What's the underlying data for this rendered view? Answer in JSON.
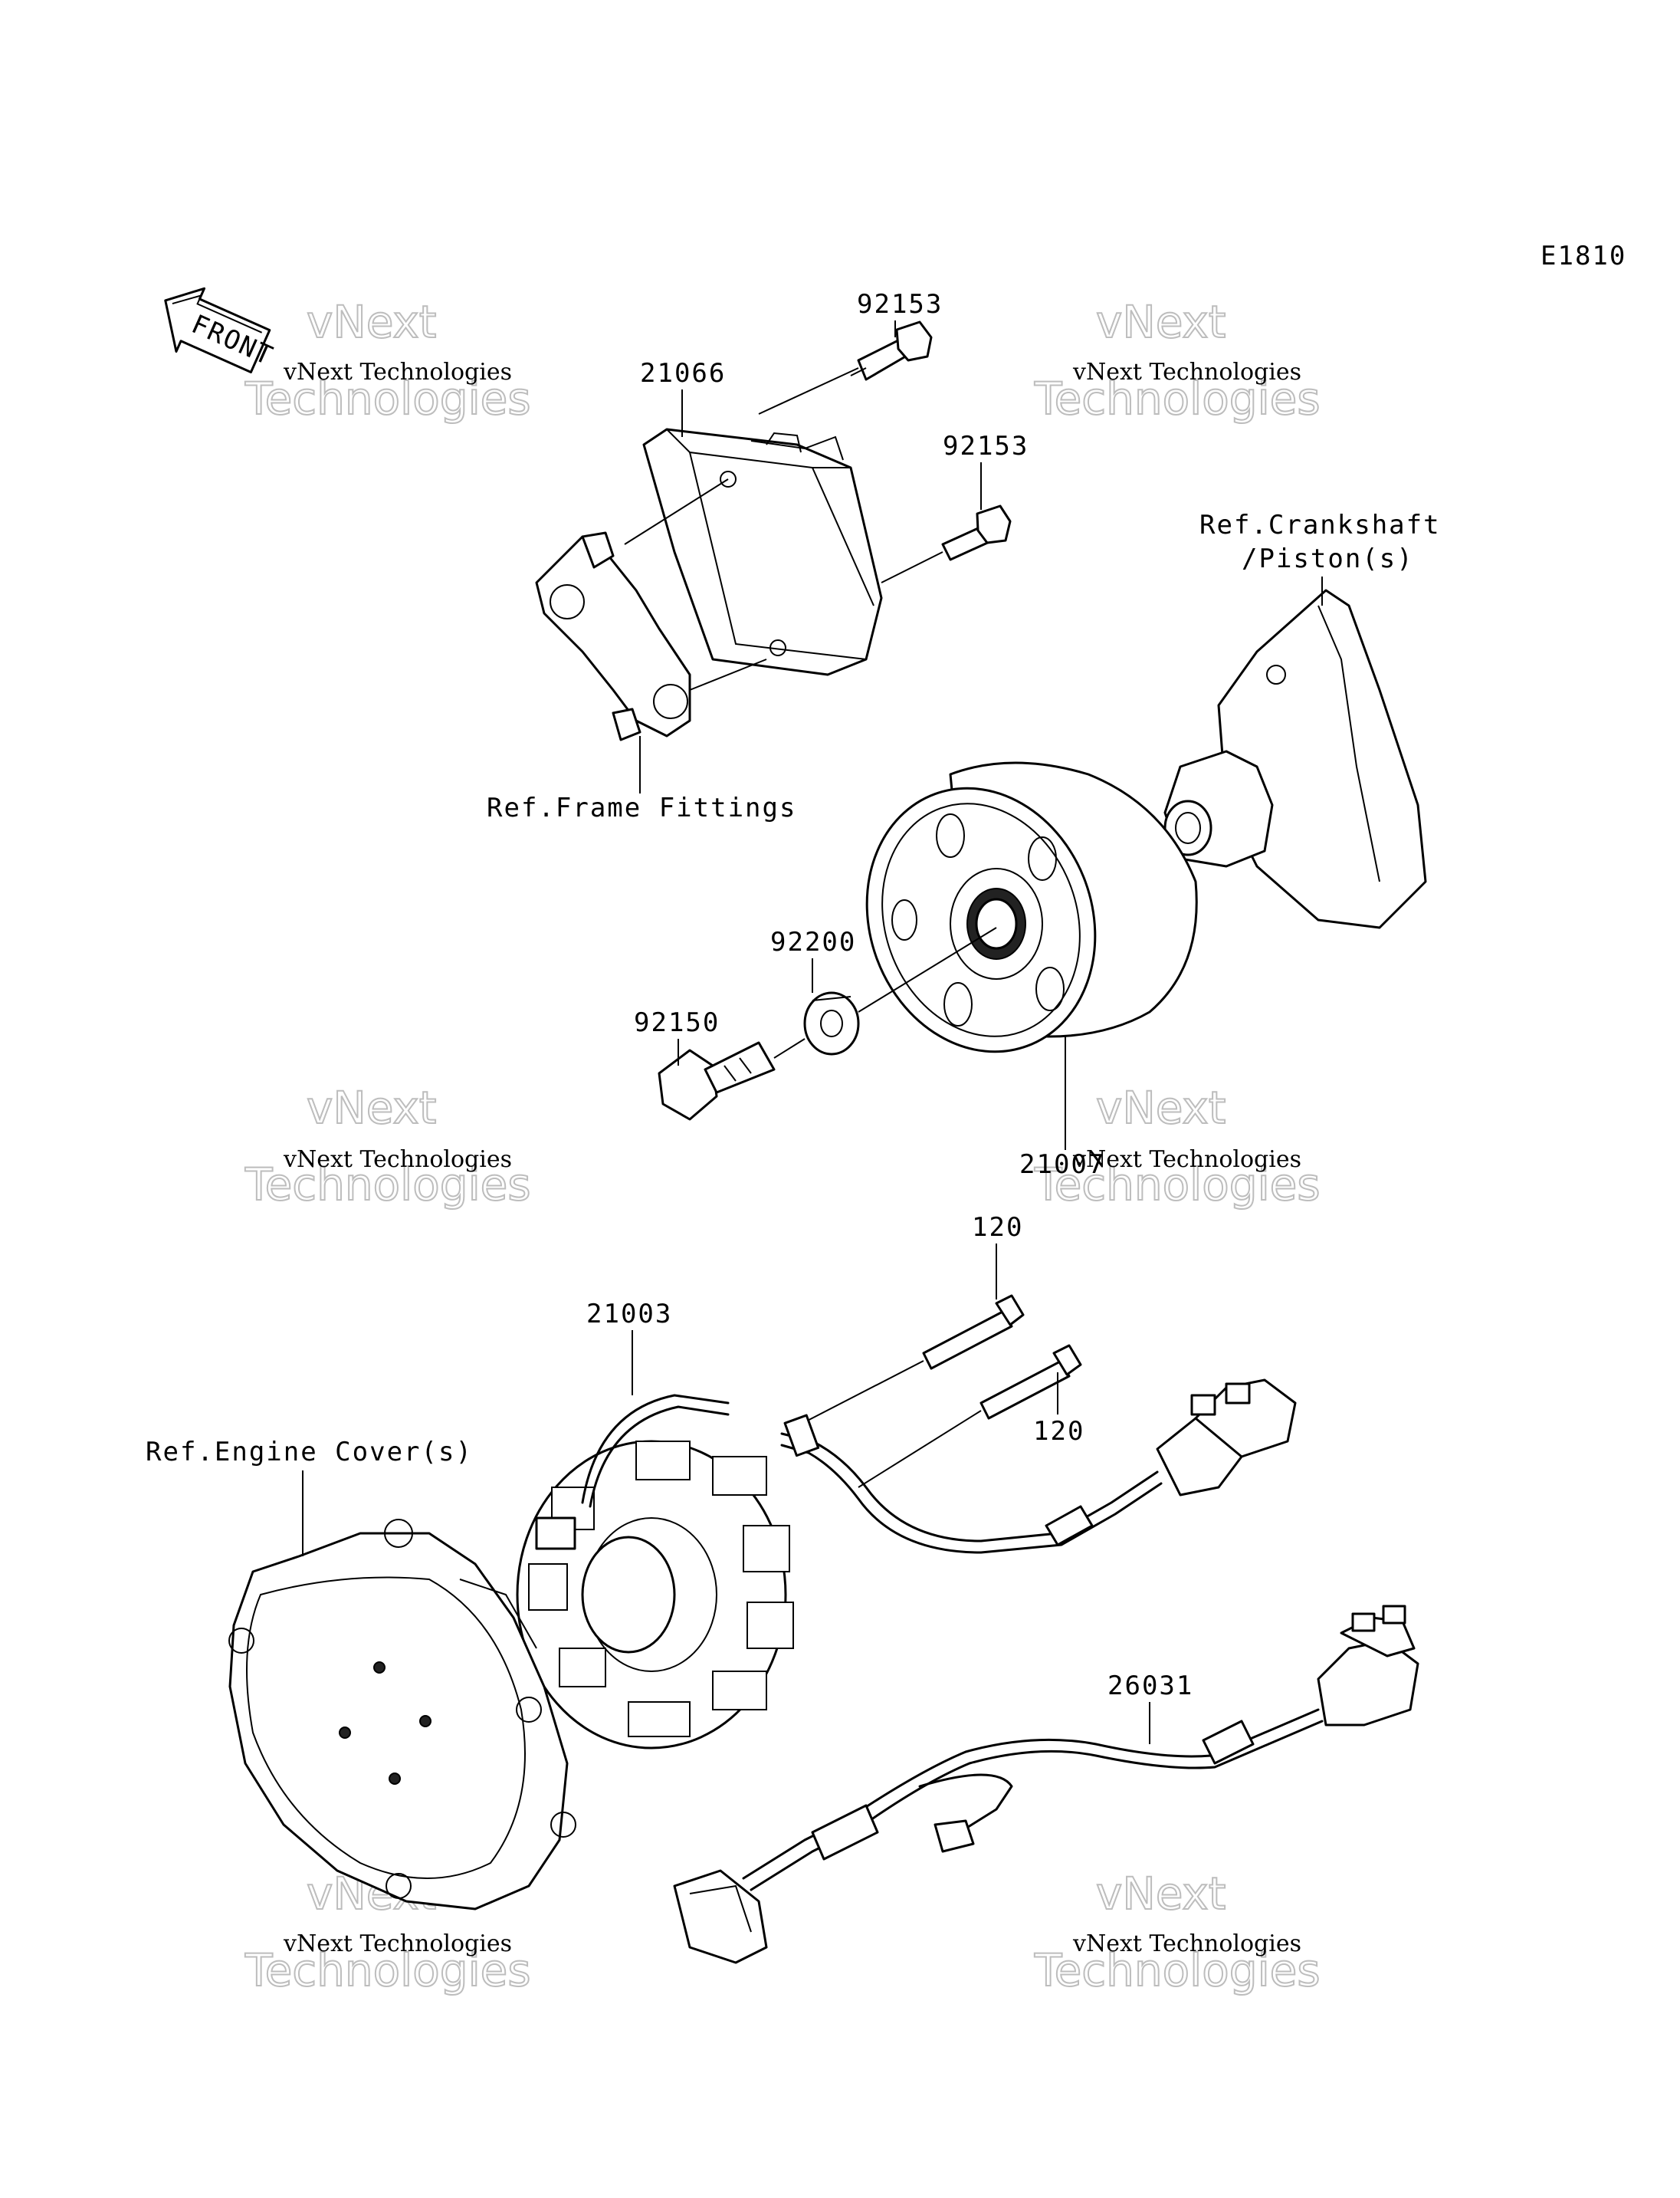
{
  "diagram": {
    "code": "E1810",
    "front_label": "FRONT",
    "watermark": {
      "line1": "vNext Technologies",
      "line2": "vNext Technologies"
    },
    "labels": {
      "p92153a": "92153",
      "p21066": "21066",
      "p92153b": "92153",
      "crank1": "Ref.Crankshaft",
      "crank2": "/Piston(s)",
      "frame": "Ref.Frame Fittings",
      "p92200": "92200",
      "p92150": "92150",
      "p21007": "21007",
      "p120a": "120",
      "p21003": "21003",
      "p120b": "120",
      "engine": "Ref.Engine Cover(s)",
      "p26031": "26031"
    }
  }
}
